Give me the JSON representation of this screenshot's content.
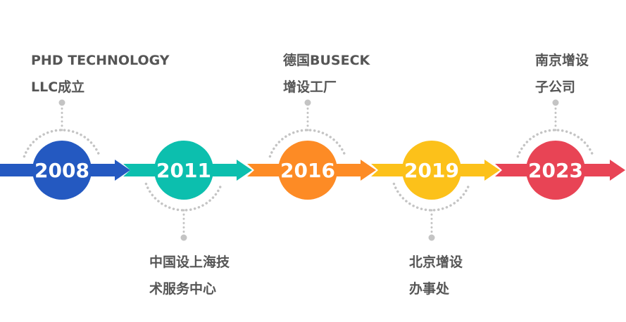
{
  "milestones": [
    {
      "year": "2008",
      "color": "#2459c1",
      "position": "top",
      "lines": [
        "PHD TECHNOLOGY",
        "LLC成立"
      ]
    },
    {
      "year": "2011",
      "color": "#0cbfae",
      "position": "bottom",
      "lines": [
        "中国设上海技",
        "术服务中心"
      ]
    },
    {
      "year": "2016",
      "color": "#fd8b25",
      "position": "top",
      "lines": [
        "德国BUSECK",
        "增设工厂"
      ]
    },
    {
      "year": "2019",
      "color": "#fcc11a",
      "position": "bottom",
      "lines": [
        "北京增设",
        "办事处"
      ]
    },
    {
      "year": "2023",
      "color": "#e84455",
      "position": "top",
      "lines": [
        "南京增设",
        "子公司"
      ]
    }
  ]
}
